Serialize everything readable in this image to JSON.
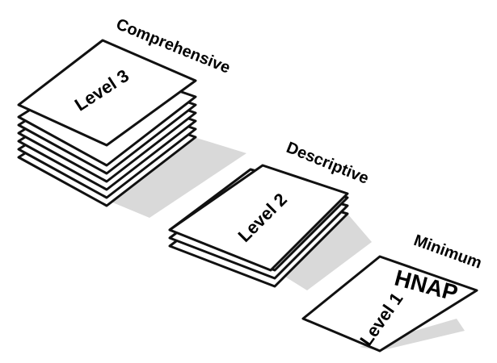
{
  "stacks": [
    {
      "tier": "Comprehensive",
      "page_text": "Level 3",
      "sheet_count": 7
    },
    {
      "tier": "Descriptive",
      "page_text": "Level 2",
      "sheet_count": 3
    },
    {
      "tier": "Minimum",
      "page_text": "Level 1",
      "badge": "HNAP",
      "sheet_count": 1
    }
  ]
}
